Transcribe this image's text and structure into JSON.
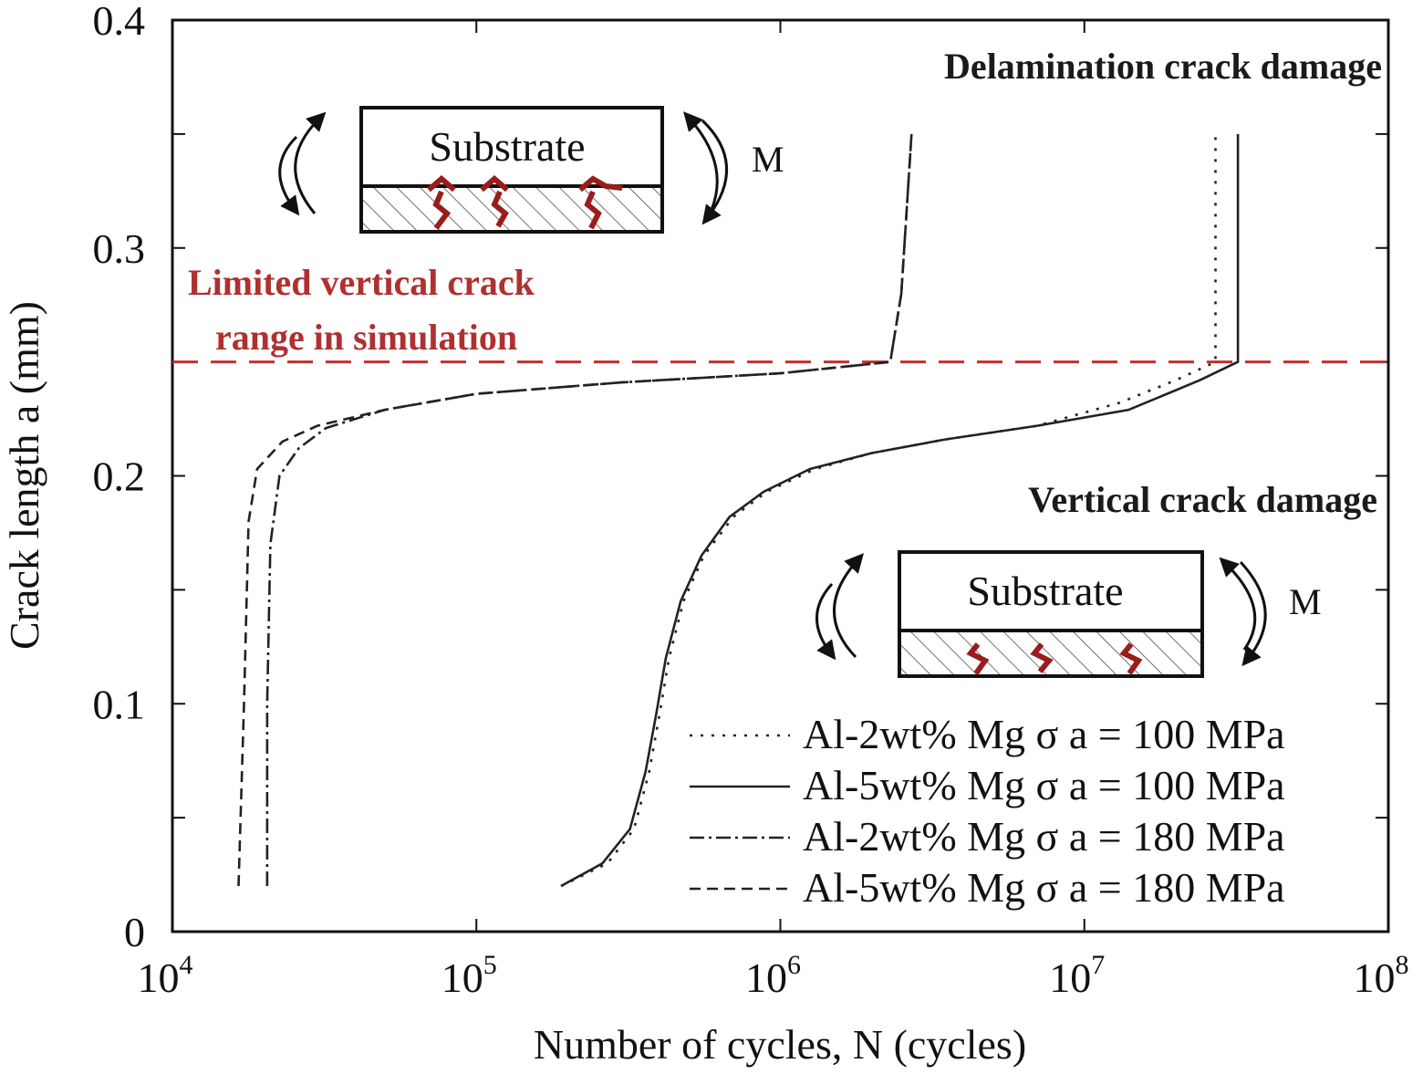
{
  "chart_data": {
    "type": "line",
    "xlabel": "Number of cycles, N (cycles)",
    "ylabel": "Crack length a (mm)",
    "xscale": "log",
    "xlim": [
      10000,
      100000000
    ],
    "ylim": [
      0,
      0.4
    ],
    "xticks": [
      {
        "value": 10000,
        "base": "10",
        "exp": "4"
      },
      {
        "value": 100000,
        "base": "10",
        "exp": "5"
      },
      {
        "value": 1000000,
        "base": "10",
        "exp": "6"
      },
      {
        "value": 10000000,
        "base": "10",
        "exp": "7"
      },
      {
        "value": 100000000,
        "base": "10",
        "exp": "8"
      }
    ],
    "yticks": [
      {
        "value": 0,
        "label": "0"
      },
      {
        "value": 0.1,
        "label": "0.1"
      },
      {
        "value": 0.2,
        "label": "0.2"
      },
      {
        "value": 0.3,
        "label": "0.3"
      },
      {
        "value": 0.4,
        "label": "0.4"
      }
    ],
    "legend_placement": "bottom-right",
    "series": [
      {
        "name": "Al-2wt% Mg σ a = 100 MPa",
        "style": "dotted",
        "points": [
          [
            190000,
            0.02
          ],
          [
            270000,
            0.03
          ],
          [
            330000,
            0.045
          ],
          [
            370000,
            0.07
          ],
          [
            400000,
            0.095
          ],
          [
            430000,
            0.12
          ],
          [
            480000,
            0.145
          ],
          [
            560000,
            0.165
          ],
          [
            700000,
            0.182
          ],
          [
            900000,
            0.193
          ],
          [
            1300000,
            0.203
          ],
          [
            2000000,
            0.21
          ],
          [
            3500000,
            0.216
          ],
          [
            7000000,
            0.222
          ],
          [
            13000000,
            0.232
          ],
          [
            20000000,
            0.242
          ],
          [
            27000000,
            0.25
          ],
          [
            27000000,
            0.35
          ]
        ]
      },
      {
        "name": "Al-5wt% Mg σ a = 100 MPa",
        "style": "solid",
        "points": [
          [
            190000,
            0.02
          ],
          [
            260000,
            0.03
          ],
          [
            320000,
            0.045
          ],
          [
            360000,
            0.07
          ],
          [
            390000,
            0.095
          ],
          [
            420000,
            0.12
          ],
          [
            470000,
            0.145
          ],
          [
            550000,
            0.165
          ],
          [
            680000,
            0.182
          ],
          [
            880000,
            0.193
          ],
          [
            1250000,
            0.203
          ],
          [
            2000000,
            0.21
          ],
          [
            3500000,
            0.216
          ],
          [
            7000000,
            0.222
          ],
          [
            14000000,
            0.229
          ],
          [
            24000000,
            0.242
          ],
          [
            32000000,
            0.25
          ],
          [
            32000000,
            0.35
          ]
        ]
      },
      {
        "name": "Al-2wt% Mg σ a = 180 MPa",
        "style": "dash-dot",
        "points": [
          [
            20500,
            0.02
          ],
          [
            20500,
            0.1
          ],
          [
            21000,
            0.17
          ],
          [
            22500,
            0.2
          ],
          [
            26000,
            0.212
          ],
          [
            32000,
            0.221
          ],
          [
            50000,
            0.229
          ],
          [
            100000,
            0.236
          ],
          [
            300000,
            0.241
          ],
          [
            1000000,
            0.245
          ],
          [
            2300000,
            0.25
          ],
          [
            2500000,
            0.28
          ],
          [
            2700000,
            0.35
          ]
        ]
      },
      {
        "name": "Al-5wt% Mg σ a = 180 MPa",
        "style": "dashed",
        "points": [
          [
            16500,
            0.02
          ],
          [
            17200,
            0.1
          ],
          [
            17800,
            0.18
          ],
          [
            19000,
            0.203
          ],
          [
            23000,
            0.215
          ],
          [
            30000,
            0.222
          ],
          [
            50000,
            0.229
          ],
          [
            100000,
            0.236
          ],
          [
            300000,
            0.241
          ],
          [
            1000000,
            0.245
          ],
          [
            2300000,
            0.25
          ],
          [
            2500000,
            0.28
          ],
          [
            2700000,
            0.35
          ]
        ]
      }
    ],
    "reference_line": {
      "y": 0.25,
      "style": "dashed",
      "color": "#c03030"
    },
    "annotations": {
      "delamination": "Delamination crack damage",
      "vertical": "Vertical crack damage",
      "limited_line1": "Limited vertical crack",
      "limited_line2": "range in simulation"
    },
    "insets": {
      "top": {
        "label": "Substrate",
        "moment": "M"
      },
      "bottom": {
        "label": "Substrate",
        "moment": "M"
      }
    }
  }
}
